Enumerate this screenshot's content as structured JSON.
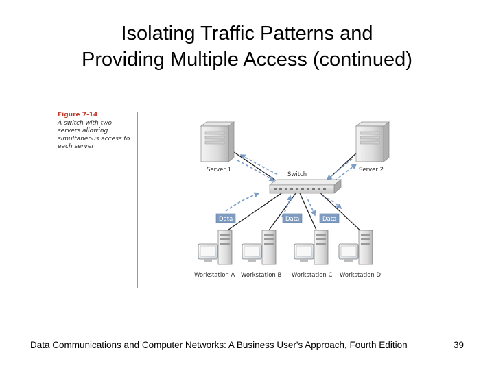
{
  "slide": {
    "title_line1": "Isolating Traffic Patterns and",
    "title_line2": "Providing Multiple Access (continued)"
  },
  "figure": {
    "number": "Figure 7-14",
    "caption": "A switch with two servers allowing simultaneous access to each server",
    "switch_label": "Switch",
    "servers": [
      {
        "label": "Server 1"
      },
      {
        "label": "Server 2"
      }
    ],
    "data_tags": [
      "Data",
      "Data",
      "Data"
    ],
    "workstations": [
      {
        "label": "Workstation A"
      },
      {
        "label": "Workstation B"
      },
      {
        "label": "Workstation C"
      },
      {
        "label": "Workstation D"
      }
    ],
    "colors": {
      "link": "#1a1a1a",
      "traffic_arrow": "#7a9cc6",
      "data_tag": "#7f9cc0",
      "figure_number": "#c0392b"
    }
  },
  "footer": {
    "text": "Data Communications and Computer Networks: A Business User's Approach, Fourth Edition",
    "page_number": "39"
  }
}
